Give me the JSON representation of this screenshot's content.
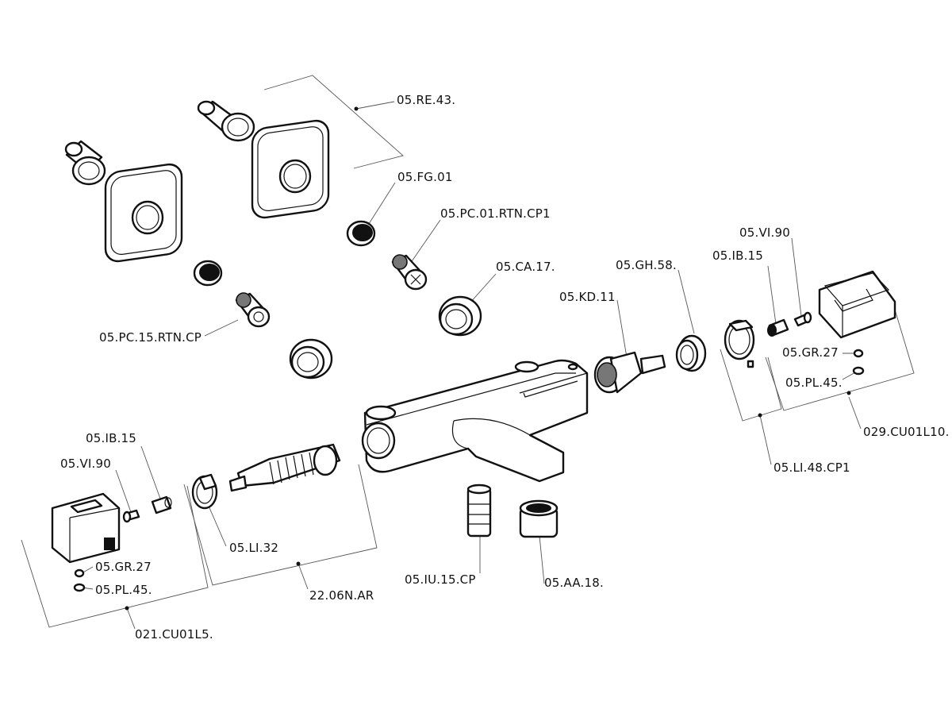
{
  "parts": {
    "re43": "05.RE.43.",
    "fg01": "05.FG.01",
    "pc01": "05.PC.01.RTN.CP1",
    "ca17": "05.CA.17.",
    "pc15": "05.PC.15.RTN.CP",
    "kd11": "05.KD.11",
    "gh58": "05.GH.58.",
    "ib15_right": "05.IB.15",
    "vi90_right": "05.VI.90",
    "gr27_right": "05.GR.27",
    "pl45_right": "05.PL.45.",
    "cu01l10": "029.CU01L10.",
    "li48": "05.LI.48.CP1",
    "ib15_left": "05.IB.15",
    "vi90_left": "05.VI.90",
    "gr27_left": "05.GR.27",
    "pl45_left": "05.PL.45.",
    "cu01l5": "021.CU01L5.",
    "li32": "05.LI.32",
    "n06ar": "22.06N.AR",
    "iu15": "05.IU.15.CP",
    "aa18": "05.AA.18."
  }
}
